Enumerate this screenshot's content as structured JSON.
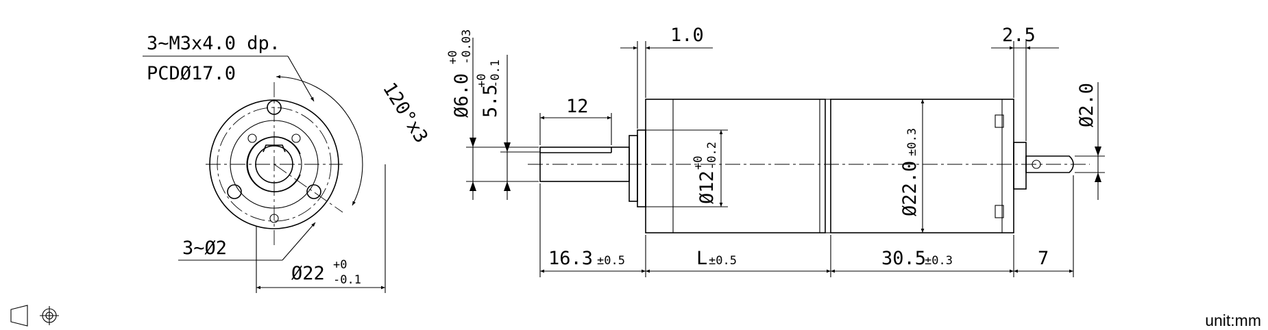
{
  "front_view": {
    "tapped_holes": "3~M3x4.0 dp.",
    "pcd": "PCDØ17.0",
    "angle": "120°x3",
    "holes": "3~Ø2",
    "outer_dia_main": "Ø22",
    "outer_dia_tol_upper": "+0",
    "outer_dia_tol_lower": "-0.1"
  },
  "side_view": {
    "shaft_dia_main": "Ø6.0",
    "shaft_dia_tol_upper": "+0",
    "shaft_dia_tol_lower": "-0.03",
    "flat_main": "5.5",
    "flat_tol_upper": "+0",
    "flat_tol_lower": "-0.1",
    "shaft_flat_len": "12",
    "flange_thk": "1.0",
    "pilot_dia_main": "Ø12",
    "pilot_tol_upper": "+0",
    "pilot_tol_lower": "-0.2",
    "body_dia_main": "Ø22.0",
    "body_dia_tol": "±0.3",
    "rear_gap": "2.5",
    "rear_shaft_dia": "Ø2.0",
    "shaft_len_main": "16.3",
    "shaft_len_tol": "±0.5",
    "gearbox_len_main": "L",
    "gearbox_len_tol": "±0.5",
    "motor_len_main": "30.5",
    "motor_len_tol": "±0.3",
    "rear_shaft_len": "7"
  },
  "footer": {
    "projection_symbol": "first-angle-projection-icon",
    "unit": "unit:mm"
  }
}
